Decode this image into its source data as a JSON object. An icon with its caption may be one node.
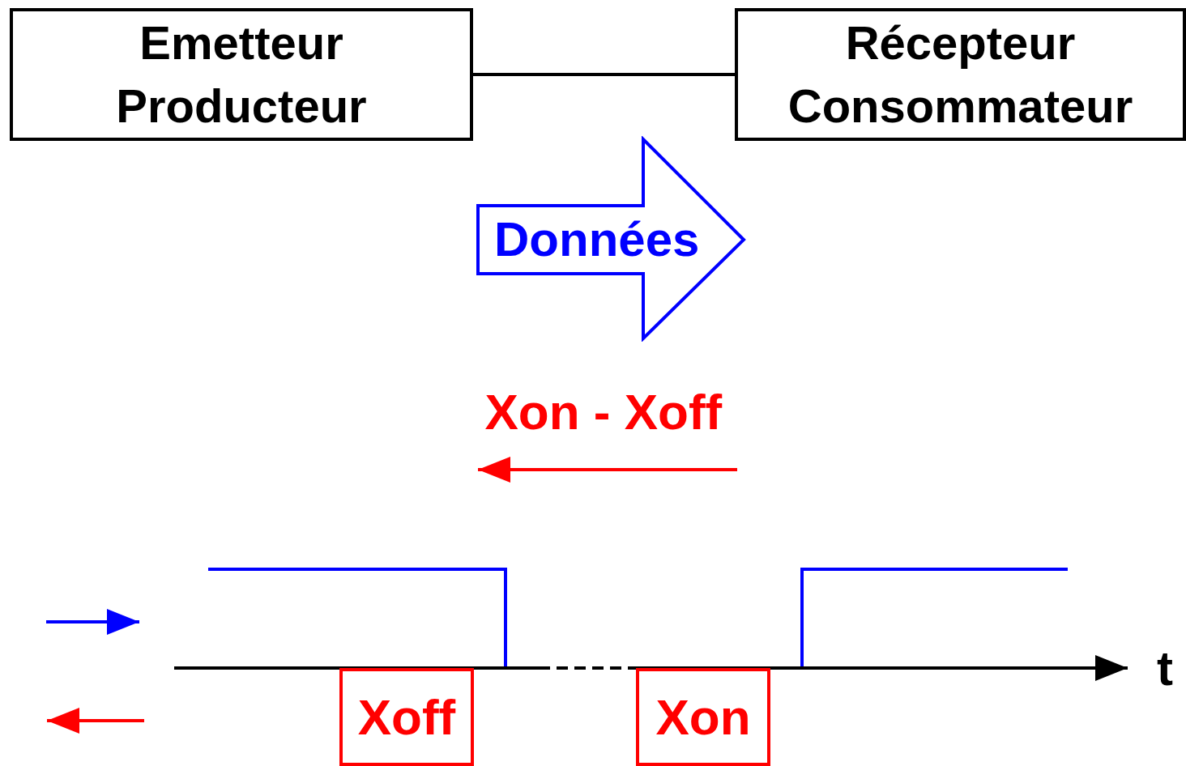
{
  "diagram": {
    "nodes": [
      {
        "text": [
          "Emetteur Producteur"
        ]
      },
      {
        "text": [
          "Récepteur Consommateur"
        ]
      },
      {
        "text": [
          "Données"
        ]
      },
      {
        "text": [
          "Xoff"
        ]
      },
      {
        "text": [
          "Xon"
        ]
      }
    ],
    "edges": [
      {
        "from": 0,
        "to": 1,
        "arrow": "none"
      }
    ],
    "labels": [
      "Xon - Xoff",
      "t"
    ]
  }
}
